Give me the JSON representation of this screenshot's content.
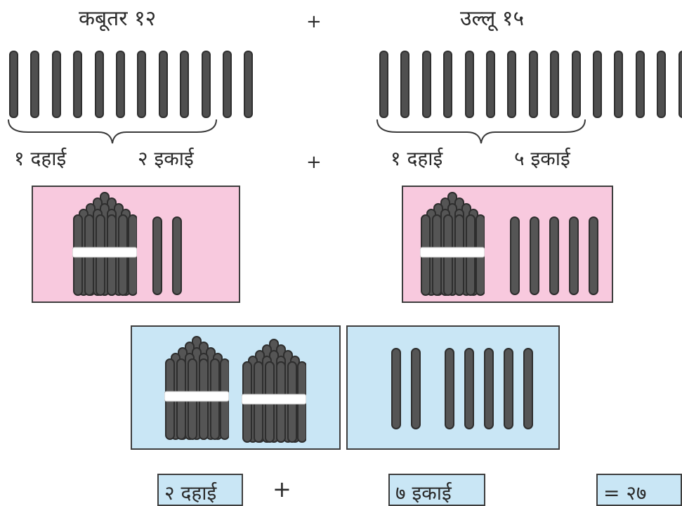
{
  "top": {
    "left_label": "कबूतर १२",
    "plus": "+",
    "right_label": "उल्लू १५"
  },
  "sticks": {
    "left_count": 12,
    "right_count": 15,
    "color": "#4f4f4f"
  },
  "places": {
    "left_tens": "१ दहाई",
    "left_ones": "२ इकाई",
    "plus": "+",
    "right_tens": "१ दहाई",
    "right_ones": "५ इकाई"
  },
  "boxes": {
    "pink_color": "#f8c9de",
    "blue_color": "#c9e6f5",
    "left_box": {
      "bundles": 1,
      "loose": 2
    },
    "right_box": {
      "bundles": 1,
      "loose": 5
    },
    "result_bundles": 2,
    "result_loose": 7
  },
  "answer": {
    "tens": "२ दहाई",
    "plus": "+",
    "ones": "७ इकाई",
    "total": "= २७"
  }
}
